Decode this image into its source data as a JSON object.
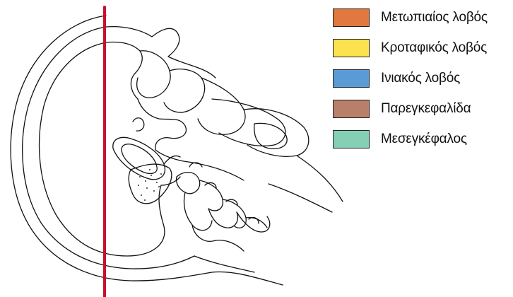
{
  "legend": {
    "items": [
      {
        "label": "Μετωπιαίος λοβός",
        "color": "#e07840"
      },
      {
        "label": "Κροταφικός λοβός",
        "color": "#fde250"
      },
      {
        "label": "Ινιακός λοβός",
        "color": "#5b9bd5"
      },
      {
        "label": "Παρεγκεφαλίδα",
        "color": "#b8806a"
      },
      {
        "label": "Μεσεγκέφαλος",
        "color": "#85d0b5"
      }
    ]
  },
  "colors": {
    "cut_line": "#c8102e",
    "outline": "#111111"
  }
}
